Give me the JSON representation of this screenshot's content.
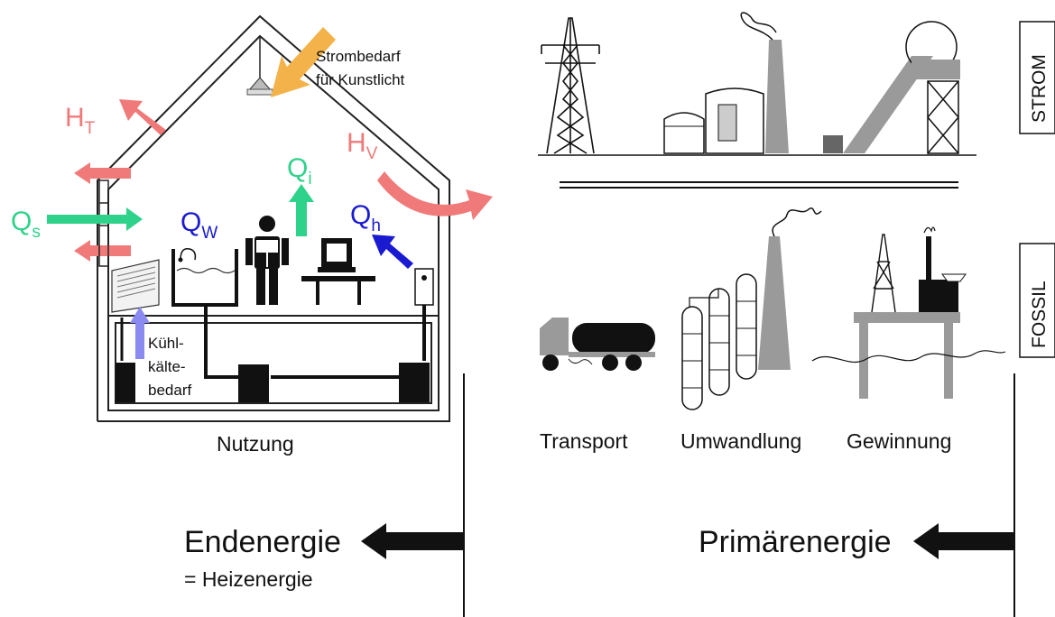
{
  "labels": {
    "strombedarf_line1": "Strombedarf",
    "strombedarf_line2": "für Kunstlicht",
    "kuehl_line1": "Kühl-",
    "kuehl_line2": "kälte-",
    "kuehl_line3": "bedarf",
    "nutzung": "Nutzung",
    "transport": "Transport",
    "umwandlung": "Umwandlung",
    "gewinnung": "Gewinnung",
    "endenergie": "Endenergie",
    "heizenergie": "= Heizenergie",
    "primaerenergie": "Primärenergie",
    "strom": "STROM",
    "fossil": "FOSSIL"
  },
  "symbols": {
    "HT": {
      "main": "H",
      "sub": "T"
    },
    "HV": {
      "main": "H",
      "sub": "V"
    },
    "Qs": {
      "main": "Q",
      "sub": "s"
    },
    "Qi": {
      "main": "Q",
      "sub": "i"
    },
    "QW": {
      "main": "Q",
      "sub": "W"
    },
    "Qh": {
      "main": "Q",
      "sub": "h"
    }
  },
  "colors": {
    "heat_loss": "#f07a7a",
    "solar_gain": "#2fd28a",
    "internal_gain": "#2fd28a",
    "warm_water": "#1a1ad0",
    "heating": "#1a1ad0",
    "cooling_arrow": "#8a8af0",
    "light_arrow": "#f3b24a",
    "grey_fill": "#9a9a9a"
  }
}
